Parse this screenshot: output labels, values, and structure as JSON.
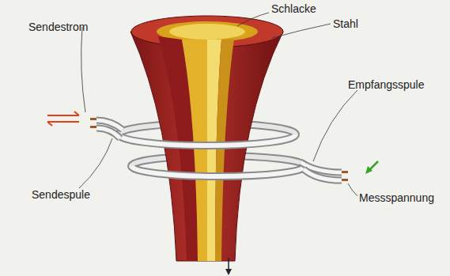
{
  "diagram": {
    "labels": [
      "Schlacke",
      "Stahl",
      "Sendestrom",
      "Empfangsspule",
      "Sendespule",
      "Messspannung"
    ]
  }
}
